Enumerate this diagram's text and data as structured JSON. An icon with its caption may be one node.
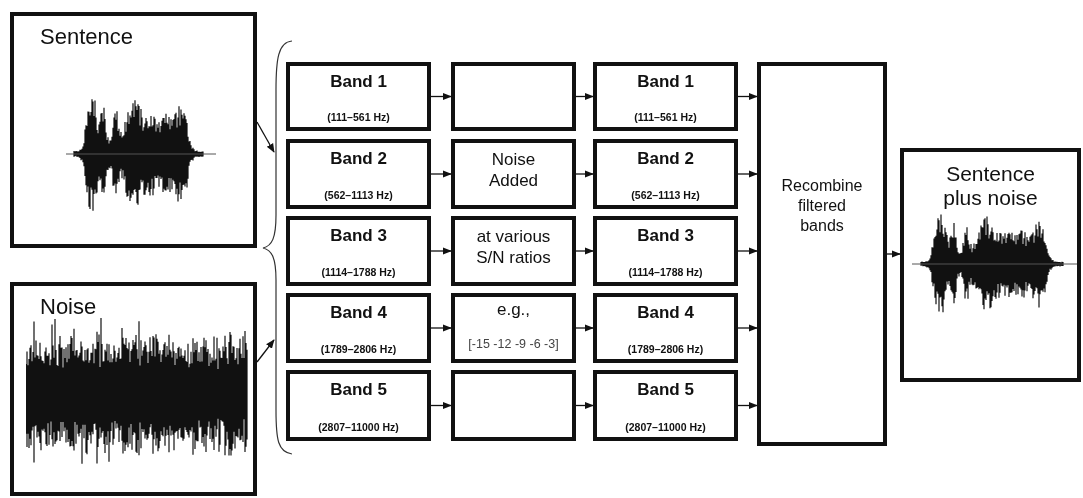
{
  "diagram": {
    "nodes": [
      {
        "text": [
          "Sentence"
        ]
      },
      {
        "text": [
          "Noise"
        ]
      },
      {
        "text": [
          "Band 1",
          "(111–561 Hz)"
        ]
      },
      {
        "text": [
          "Band 2",
          "(562–1113 Hz)"
        ]
      },
      {
        "text": [
          "Band 3",
          "(1114–1788 Hz)"
        ]
      },
      {
        "text": [
          "Band 4",
          "(1789–2806 Hz)"
        ]
      },
      {
        "text": [
          "Band 5",
          "(2807–11000 Hz)"
        ]
      },
      {
        "text": [],
        "shape": "box"
      },
      {
        "text": [
          "Noise Added"
        ]
      },
      {
        "text": [
          "at various S/N ratios"
        ]
      },
      {
        "text": [
          "e.g.,",
          "[-15 -12 -9 -6 -3]"
        ]
      },
      {
        "text": [],
        "shape": "box"
      },
      {
        "text": [
          "Band 1",
          "(111–561 Hz)"
        ]
      },
      {
        "text": [
          "Band 2",
          "(562–1113 Hz)"
        ]
      },
      {
        "text": [
          "Band 3",
          "(1114–1788 Hz)"
        ]
      },
      {
        "text": [
          "Band 4",
          "(1789–2806 Hz)"
        ]
      },
      {
        "text": [
          "Band 5",
          "(2807–11000 Hz)"
        ]
      },
      {
        "text": [
          "Recombine filtered bands"
        ]
      },
      {
        "text": [
          "Sentence plus noise"
        ]
      },
      {
        "text": [],
        "shape": "brace"
      }
    ],
    "edges": [
      {
        "from": 0,
        "to": 19,
        "arrow": "to"
      },
      {
        "from": 1,
        "to": 19,
        "arrow": "to"
      },
      {
        "from": 2,
        "to": 7,
        "arrow": "to"
      },
      {
        "from": 3,
        "to": 8,
        "arrow": "to"
      },
      {
        "from": 4,
        "to": 9,
        "arrow": "to"
      },
      {
        "from": 5,
        "to": 10,
        "arrow": "to"
      },
      {
        "from": 6,
        "to": 11,
        "arrow": "to"
      },
      {
        "from": 7,
        "to": 12,
        "arrow": "to"
      },
      {
        "from": 8,
        "to": 13,
        "arrow": "to"
      },
      {
        "from": 9,
        "to": 14,
        "arrow": "to"
      },
      {
        "from": 10,
        "to": 15,
        "arrow": "to"
      },
      {
        "from": 11,
        "to": 16,
        "arrow": "to"
      },
      {
        "from": 12,
        "to": 17,
        "arrow": "to"
      },
      {
        "from": 13,
        "to": 17,
        "arrow": "to"
      },
      {
        "from": 14,
        "to": 17,
        "arrow": "to"
      },
      {
        "from": 15,
        "to": 17,
        "arrow": "to"
      },
      {
        "from": 16,
        "to": 17,
        "arrow": "to"
      },
      {
        "from": 17,
        "to": 18,
        "arrow": "to"
      }
    ]
  }
}
